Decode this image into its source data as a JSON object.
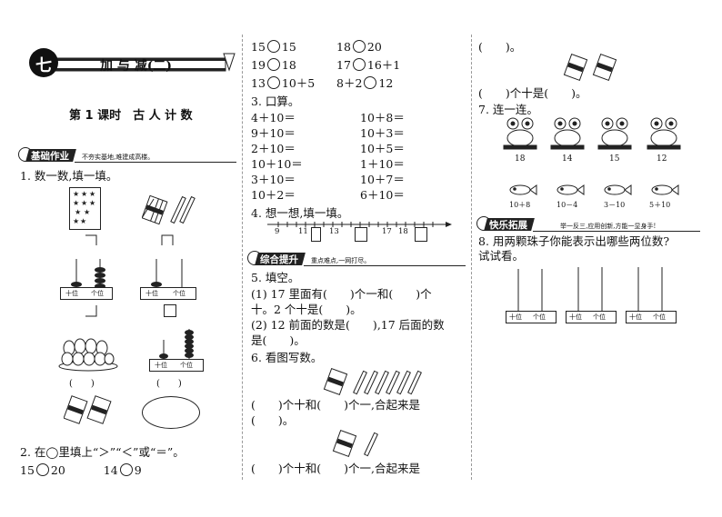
{
  "header": {
    "unit_badge": "七",
    "title": "加 与 减(二)",
    "lesson": "第 1 课时　古 人 计 数"
  },
  "sections": {
    "basic": {
      "label": "基础作业",
      "motto": "不夯实基地,难建成高楼。"
    },
    "comprehensive": {
      "label": "综合提升",
      "motto": "重点难点,一网打尽。"
    },
    "fun": {
      "label": "快乐拓展",
      "motto": "举一反三,应用创新,方能一显身手!"
    }
  },
  "q1": {
    "prompt": "1. 数一数,填一填。",
    "abacus_labels": {
      "tens": "十位",
      "ones": "个位"
    },
    "paren": "(　　)"
  },
  "q2": {
    "prompt": "2. 在◯里填上“＞”“＜”或“＝”。",
    "row_left": [
      "15",
      "20"
    ],
    "row_right": [
      "14",
      "9"
    ]
  },
  "col2_compare": [
    [
      "15",
      "15",
      "18",
      "20"
    ],
    [
      "19",
      "18",
      "17",
      "16＋1"
    ],
    [
      "13",
      "10＋5",
      "8＋2",
      "12"
    ]
  ],
  "q3": {
    "prompt": "3. 口算。",
    "left": [
      "4＋10＝",
      "9＋10＝",
      "2＋10＝",
      "10＋10＝",
      "3＋10＝",
      "10＋2＝"
    ],
    "right": [
      "10＋8＝",
      "10＋3＝",
      "10＋5＝",
      "1＋10＝",
      "10＋7＝",
      "6＋10＝"
    ]
  },
  "q4": {
    "prompt": "4. 想一想,填一填。",
    "numbers": [
      "9",
      "11",
      "13",
      "17",
      "18"
    ]
  },
  "q5": {
    "prompt": "5. 填空。",
    "line1": "(1) 17 里面有(　　)个一和(　　)个",
    "line2": "十。2 个十是(　　)。",
    "line3": "(2) 12 前面的数是(　　),17 后面的数",
    "line4": "是(　　)。"
  },
  "q6": {
    "prompt": "6. 看图写数。",
    "line1": "(　　)个十和(　　)个一,合起来是",
    "line2": "(　　)。",
    "line3": "(　　)个十和(　　)个一,合起来是"
  },
  "col3": {
    "top": "(　　)。",
    "tens_line": "(　　)个十是(　　)。"
  },
  "q7": {
    "prompt": "7. 连一连。",
    "frog_numbers": [
      "18",
      "14",
      "15",
      "12"
    ],
    "fish_expr": [
      "10＋8",
      "10－4",
      "3－10",
      "5＋10"
    ]
  },
  "q8": {
    "prompt": "8. 用两颗珠子你能表示出哪些两位数?",
    "prompt2": "试试看。",
    "labels": {
      "tens": "十位",
      "ones": "个位"
    }
  }
}
